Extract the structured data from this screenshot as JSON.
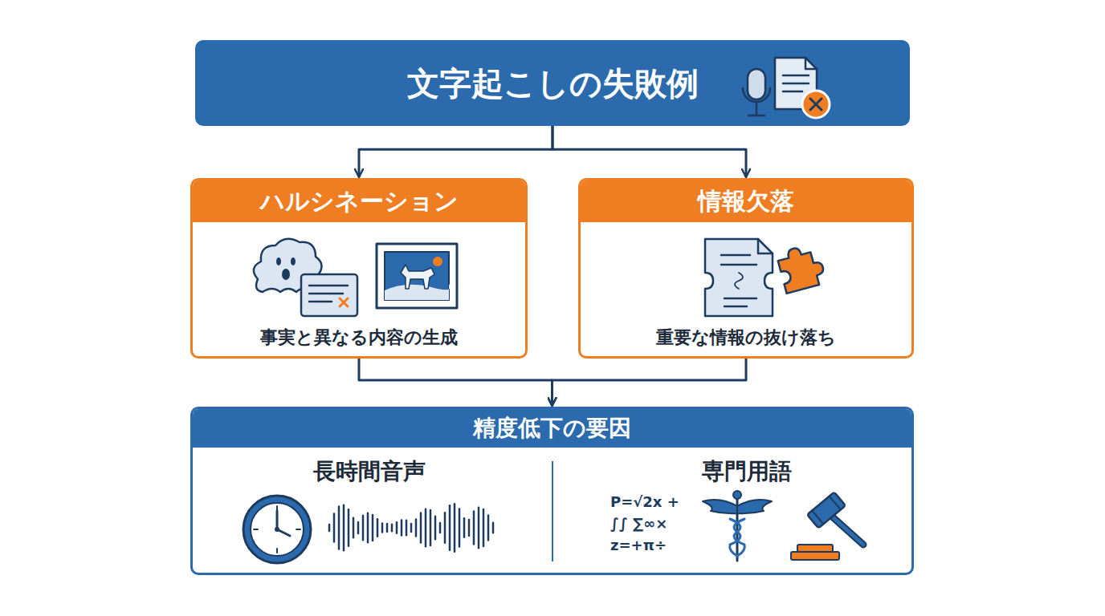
{
  "diagram": {
    "nodes": [
      {
        "text": [
          "文字起こしの失敗例"
        ]
      },
      {
        "text": [
          "ハルシネーション",
          "事実と異なる内容の生成"
        ]
      },
      {
        "text": [
          "情報欠落",
          "重要な情報の抜け落ち"
        ]
      },
      {
        "text": [
          "精度低下の要因",
          "長時間音声",
          "専門用語"
        ]
      }
    ],
    "edges": [
      {
        "from": 0,
        "to": 1,
        "arrow": "to"
      },
      {
        "from": 0,
        "to": 2,
        "arrow": "to"
      },
      {
        "from": 1,
        "to": 3,
        "arrow": "to"
      },
      {
        "from": 2,
        "to": 3,
        "arrow": "to"
      }
    ],
    "labels": [
      "P=√2x +",
      "∫∫ ∑∞×",
      "z=+π÷"
    ]
  }
}
